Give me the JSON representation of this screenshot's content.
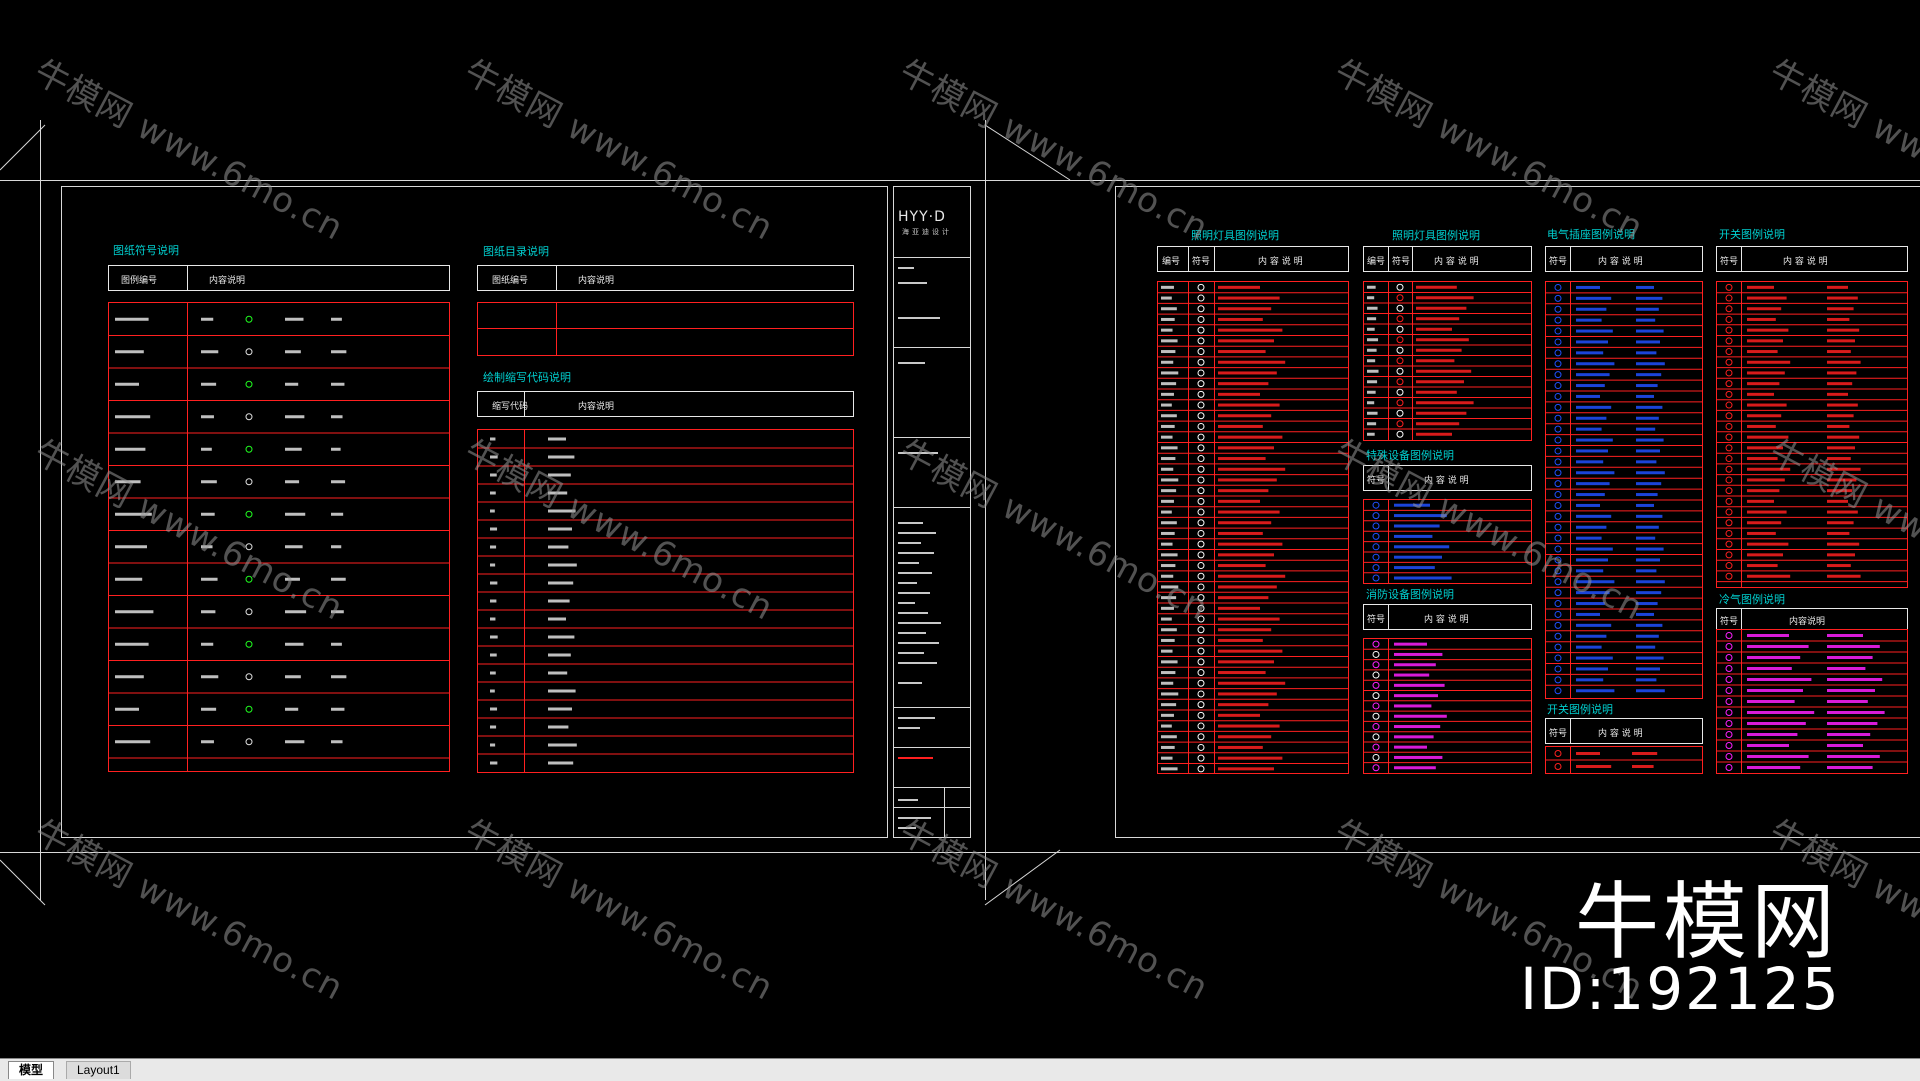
{
  "watermark": {
    "text_cn": "牛模网",
    "text_url": "www.6mo.cn"
  },
  "brand": {
    "logo": "牛模网",
    "id": "ID:192125"
  },
  "tabs": {
    "model": "模型",
    "layout1": "Layout1"
  },
  "sheet1": {
    "symbols": {
      "title": "图纸符号说明",
      "col1": "图例编号",
      "col2": "内容说明"
    },
    "catalog": {
      "title": "图纸目录说明",
      "col1": "图纸编号",
      "col2": "内容说明"
    },
    "abbr": {
      "title": "绘制缩写代码说明",
      "col1": "缩写代码",
      "col2": "内容说明"
    }
  },
  "titleblock": {
    "logo": "HYY·D",
    "subtitle": "海亚迪设计"
  },
  "sheet2": {
    "light1": {
      "title": "照明灯具图例说明",
      "c1": "编号",
      "c2": "符号",
      "c3": "内 容 说 明"
    },
    "light2": {
      "title": "照明灯具图例说明",
      "c1": "编号",
      "c2": "符号",
      "c3": "内 容 说 明"
    },
    "electric": {
      "title": "电气插座图例说明",
      "c1": "符号",
      "c3": "内 容 说 明"
    },
    "switch": {
      "title": "开关图例说明",
      "c1": "符号",
      "c3": "内 容 说 明"
    },
    "special": {
      "title": "特殊设备图例说明",
      "c1": "符号",
      "c3": "内 容 说 明"
    },
    "fire": {
      "title": "消防设备图例说明",
      "c1": "符号",
      "c3": "内 容 说 明"
    },
    "switch2": {
      "title": "开关图例说明",
      "c1": "符号",
      "c3": "内 容 说 明"
    },
    "aircon": {
      "title": "冷气图例说明",
      "c1": "符号",
      "c3": "内容说明"
    }
  },
  "colors": {
    "background": "#000000",
    "frame": "#d8d8d8",
    "table_line": "#ff2020",
    "section_title": "#00d0d0",
    "symbol_blue": "#2050ff",
    "symbol_magenta": "#ff20ff",
    "symbol_green": "#20ff20"
  }
}
